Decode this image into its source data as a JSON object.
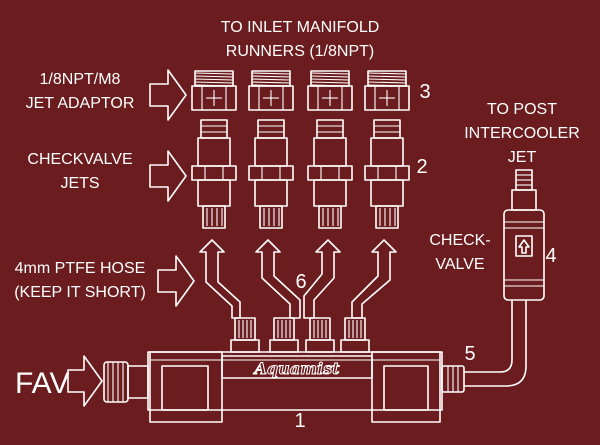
{
  "labels": {
    "inlet_line1": "TO INLET  MANIFOLD",
    "inlet_line2": "RUNNERS (1/8NPT)",
    "adaptor_line1": "1/8NPT/M8",
    "adaptor_line2": "JET ADAPTOR",
    "checkvalve_line1": "CHECKVALVE",
    "checkvalve_line2": "JETS",
    "hose_line1": "4mm PTFE  HOSE",
    "hose_line2": "(KEEP IT SHORT)",
    "fav": "FAV",
    "post_line1": "TO  POST",
    "post_line2": "INTERCOOLER",
    "post_line3": "JET",
    "check_line1": "CHECK-",
    "check_line2": "VALVE",
    "brand": "Aquamist"
  },
  "numbers": {
    "n1": "1",
    "n2": "2",
    "n3": "3",
    "n4": "4",
    "n5": "5",
    "n6": "6"
  },
  "colors": {
    "background": "#6b1c1e",
    "line": "#ffffff"
  }
}
